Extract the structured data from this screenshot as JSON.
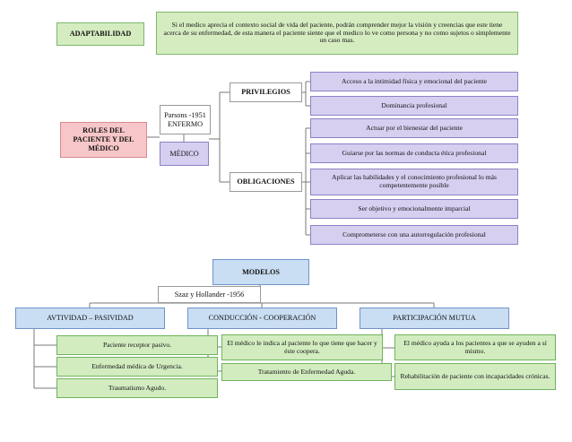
{
  "top": {
    "adaptabilidad_label": "ADAPTABILIDAD",
    "adaptabilidad_text": "Si el medico aprecia el contexto social de vida del paciente, podrán comprender mejor la visión y creencias que este tiene acerca de su enfermedad, de esta manera el paciente siente que el medico lo ve como persona y no como sujetos o simplemente un caso mas.",
    "roles_label": "ROLES DEL PACIENTE Y DEL MÉDICO",
    "parsons_label": "Parsons -1951 ENFERMO",
    "medico_label": "MÉDICO",
    "privilegios_label": "PRIVILEGIOS",
    "privilegios_items": [
      "Acceso a la intimidad física y emocional del paciente",
      "Dominancia profesional"
    ],
    "obligaciones_label": "OBLIGACIONES",
    "obligaciones_items": [
      "Actuar por el bienestar del paciente",
      "Guiarse por las normas de conducta ética profesional",
      "Aplicar las habilidades y el conocimiento profesional lo más competentemente posible",
      "Ser objetivo y emocionalmente imparcial",
      "Comprometerse con una autorregulación profesional"
    ]
  },
  "bottom": {
    "modelos_label": "MODELOS",
    "szaz_label": "Szaz y Hollander -1956",
    "models": [
      {
        "label": "AVTIVIDAD – PASIVIDAD",
        "items": [
          "Paciente receptor pasivo.",
          "Enfermedad médica de Urgencia.",
          "Traumatismo Agudo."
        ]
      },
      {
        "label": "CONDUCCIÓN - COOPERACIÓN",
        "items": [
          "El médico le indica al paciente lo que tiene que hacer y éste coopera.",
          "Tratamiento de Enfermedad Aguda."
        ]
      },
      {
        "label": "PARTICIPACIÓN MUTUA",
        "items": [
          "El médico ayuda a los pacientes a que se ayuden a sí mismo.",
          "Rehabilitación de paciente con incapacidades crónicas."
        ]
      }
    ]
  }
}
